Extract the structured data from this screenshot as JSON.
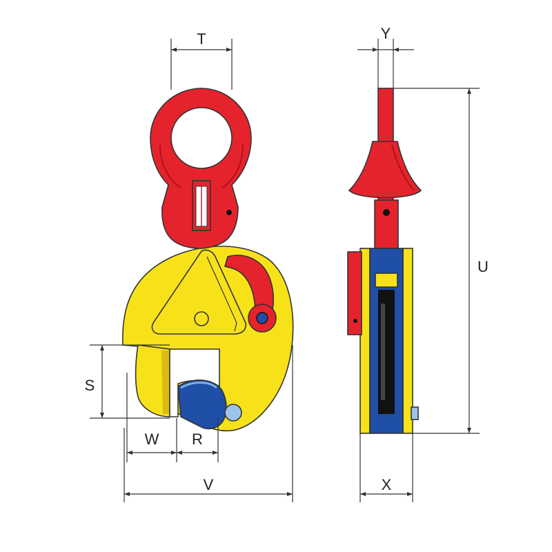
{
  "dimensions": {
    "T": "T",
    "Y": "Y",
    "U": "U",
    "S": "S",
    "W": "W",
    "R": "R",
    "V": "V",
    "X": "X"
  },
  "colors": {
    "red": "#e5232d",
    "dark_red": "#b0121a",
    "yellow": "#f7e21a",
    "dark_yellow": "#d9bc10",
    "blue": "#1f4fa6",
    "light_blue": "#7fb0e0",
    "black": "#111111",
    "line": "#333333"
  }
}
